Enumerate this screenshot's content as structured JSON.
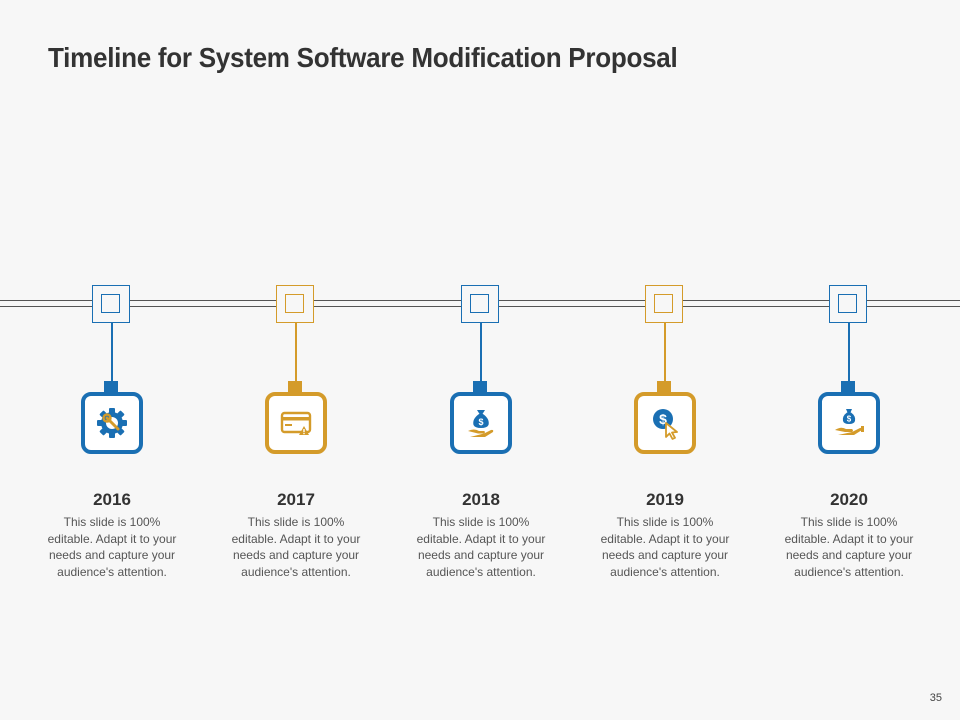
{
  "slide": {
    "title": "Timeline for System Software Modification Proposal",
    "page_number": "35"
  },
  "colors": {
    "blue": "#1a6fb3",
    "gold": "#d49b2a"
  },
  "milestones": [
    {
      "year": "2016",
      "text": "This slide is 100% editable. Adapt it to your needs and capture your audience's attention.",
      "icon": "gear-wrench-icon",
      "color": "blue"
    },
    {
      "year": "2017",
      "text": "This slide is 100% editable. Adapt it to your needs and capture your audience's attention.",
      "icon": "credit-card-warning-icon",
      "color": "gold"
    },
    {
      "year": "2018",
      "text": "This slide is 100% editable. Adapt it to your needs and capture your audience's attention.",
      "icon": "money-bag-hand-icon",
      "color": "blue"
    },
    {
      "year": "2019",
      "text": "This slide is 100% editable. Adapt it to your needs and capture your audience's attention.",
      "icon": "dollar-coin-cursor-icon",
      "color": "gold"
    },
    {
      "year": "2020",
      "text": "This slide is 100% editable. Adapt it to your needs and capture your audience's attention.",
      "icon": "hand-money-bag-icon",
      "color": "blue"
    }
  ]
}
